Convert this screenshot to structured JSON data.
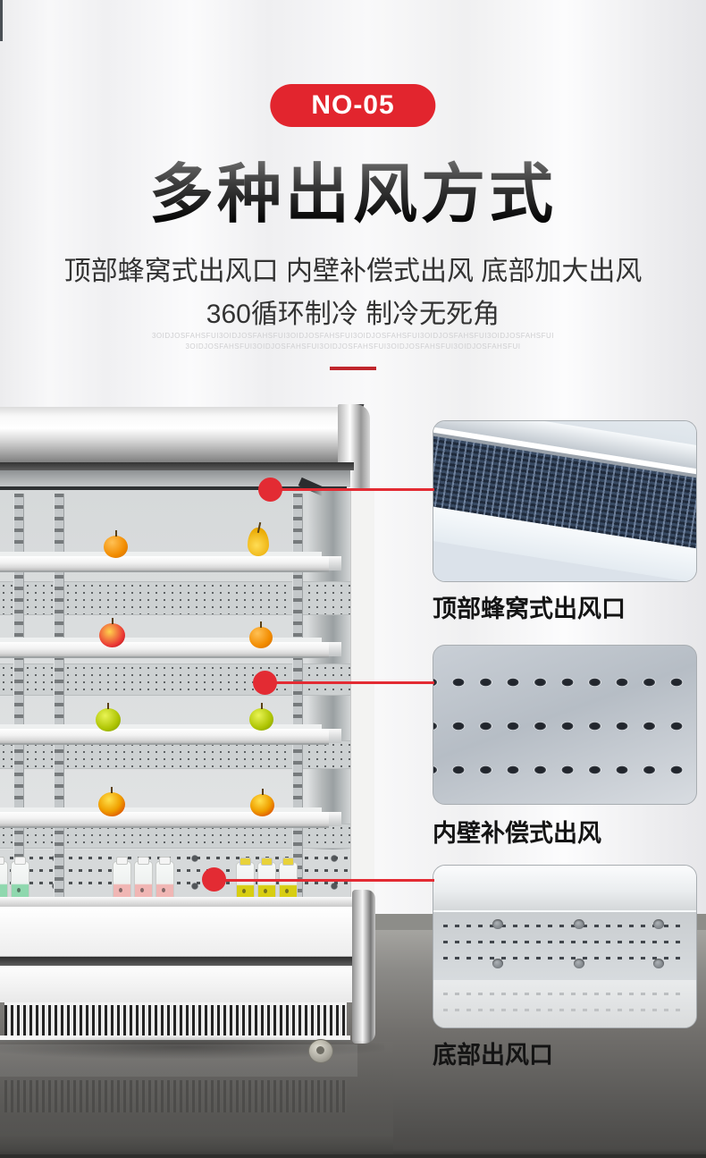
{
  "badge": {
    "label": "NO-05"
  },
  "header": {
    "title": "多种出风方式",
    "subtitle_line1": "顶部蜂窝式出风口 内壁补偿式出风 底部加大出风",
    "subtitle_line2": "360循环制冷 制冷无死角",
    "watermark_line1": "3OIDJOSFAHSFUI3OIDJOSFAHSFUI3OIDJOSFAHSFUI3OIDJOSFAHSFUI3OIDJOSFAHSFUI3OIDJOSFAHSFUI",
    "watermark_line2": "3OIDJOSFAHSFUI3OIDJOSFAHSFUI3OIDJOSFAHSFUI3OIDJOSFAHSFUI3OIDJOSFAHSFUI"
  },
  "callouts": [
    {
      "id": "top-honeycomb-outlet",
      "label": "顶部蜂窝式出风口"
    },
    {
      "id": "inner-wall-compensating-outlet",
      "label": "内壁补偿式出风"
    },
    {
      "id": "bottom-outlet",
      "label": "底部出风口"
    }
  ],
  "colors": {
    "accent_red": "#e32b33",
    "badge_red": "#e2252e",
    "divider_red": "#c0262c",
    "title_dark": "#050505"
  }
}
